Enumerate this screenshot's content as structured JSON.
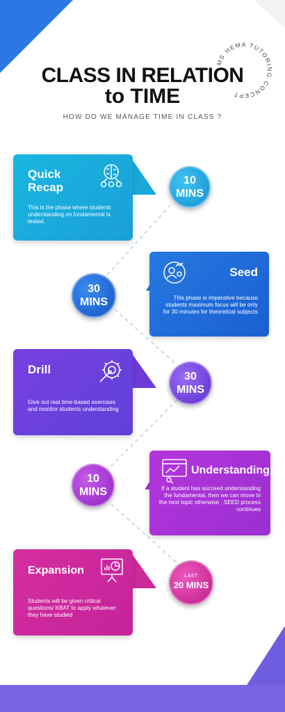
{
  "header": {
    "title_line1": "CLASS IN RELATION",
    "title_line2": "to TIME",
    "subtitle": "HOW DO WE MANAGE TIME IN CLASS ?",
    "stamp_text": "MS HEMA TUTORING CONCEPT"
  },
  "colors": {
    "recap": "#19b4df",
    "seed": "#1f73dc",
    "drill": "#7a3fe0",
    "understanding": "#b030d8",
    "expansion": "#d62aa0",
    "corner_blue": "#2a78e4",
    "corner_purple": "#6f5ee0",
    "footer": "#7b64e4"
  },
  "phases": [
    {
      "title": "Quick Recap",
      "text": "This is the phase where students understanding on fundamental is tested.",
      "time_value": "10",
      "time_unit": "MINS",
      "icon": "brain-gears-icon"
    },
    {
      "title": "Seed",
      "text": "This phase is imperative because students maximum focus will be only for 30 minutes for theoretical subjects",
      "time_value": "30",
      "time_unit": "MINS",
      "icon": "person-gear-analytics-icon"
    },
    {
      "title": "Drill",
      "text": "Give out real time-based exercises and monitor students understanding",
      "time_value": "30",
      "time_unit": "MINS",
      "icon": "gear-wrench-icon"
    },
    {
      "title": "Understanding",
      "text": "If a student has succeed understanding the fundamental, then we can move to the next topic otherwise , SEED process continues",
      "time_value": "10",
      "time_unit": "MINS",
      "icon": "chart-board-icon"
    },
    {
      "title": "Expansion",
      "text": "Students will be given critical questions/ KBAT to apply whatever they have studied",
      "time_prefix": "LAST",
      "time_value": "20 MINS",
      "icon": "presentation-board-icon"
    }
  ]
}
